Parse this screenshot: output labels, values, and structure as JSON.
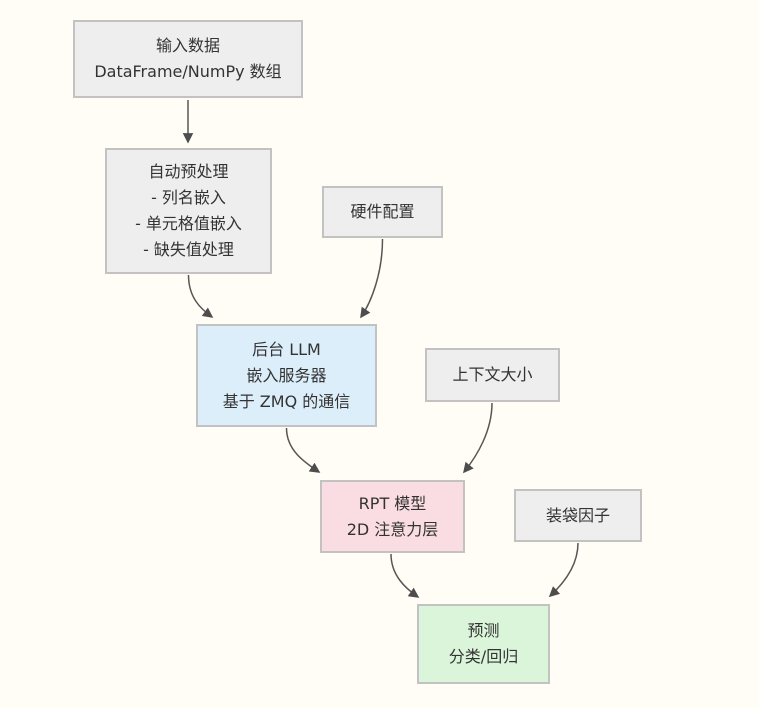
{
  "canvas": {
    "background": "#fffdf5",
    "text_color": "#333333",
    "node_border_color": "#c2c2c2",
    "edge_color": "#565656",
    "arrowhead_color": "#4d4d4d"
  },
  "nodes": {
    "input": {
      "fill": "#eeeeee",
      "lines": [
        "输入数据",
        "DataFrame/NumPy 数组"
      ]
    },
    "preprocess": {
      "fill": "#eeeeee",
      "lines": [
        "自动预处理",
        "- 列名嵌入",
        "- 单元格值嵌入",
        "- 缺失值处理"
      ]
    },
    "hardware": {
      "fill": "#eeeeee",
      "lines": [
        "硬件配置"
      ]
    },
    "llm": {
      "fill": "#dceefa",
      "lines": [
        "后台 LLM",
        "嵌入服务器",
        "基于 ZMQ 的通信"
      ]
    },
    "context": {
      "fill": "#eeeeee",
      "lines": [
        "上下文大小"
      ]
    },
    "rpt": {
      "fill": "#fadde2",
      "lines": [
        "RPT 模型",
        "2D 注意力层"
      ]
    },
    "bagging": {
      "fill": "#eeeeee",
      "lines": [
        "装袋因子"
      ]
    },
    "predict": {
      "fill": "#dbf5da",
      "lines": [
        "预测",
        "分类/回归"
      ]
    }
  },
  "edges": [
    {
      "from": "input",
      "to": "preprocess"
    },
    {
      "from": "preprocess",
      "to": "llm"
    },
    {
      "from": "hardware",
      "to": "llm"
    },
    {
      "from": "llm",
      "to": "rpt"
    },
    {
      "from": "context",
      "to": "rpt"
    },
    {
      "from": "rpt",
      "to": "predict"
    },
    {
      "from": "bagging",
      "to": "predict"
    }
  ]
}
